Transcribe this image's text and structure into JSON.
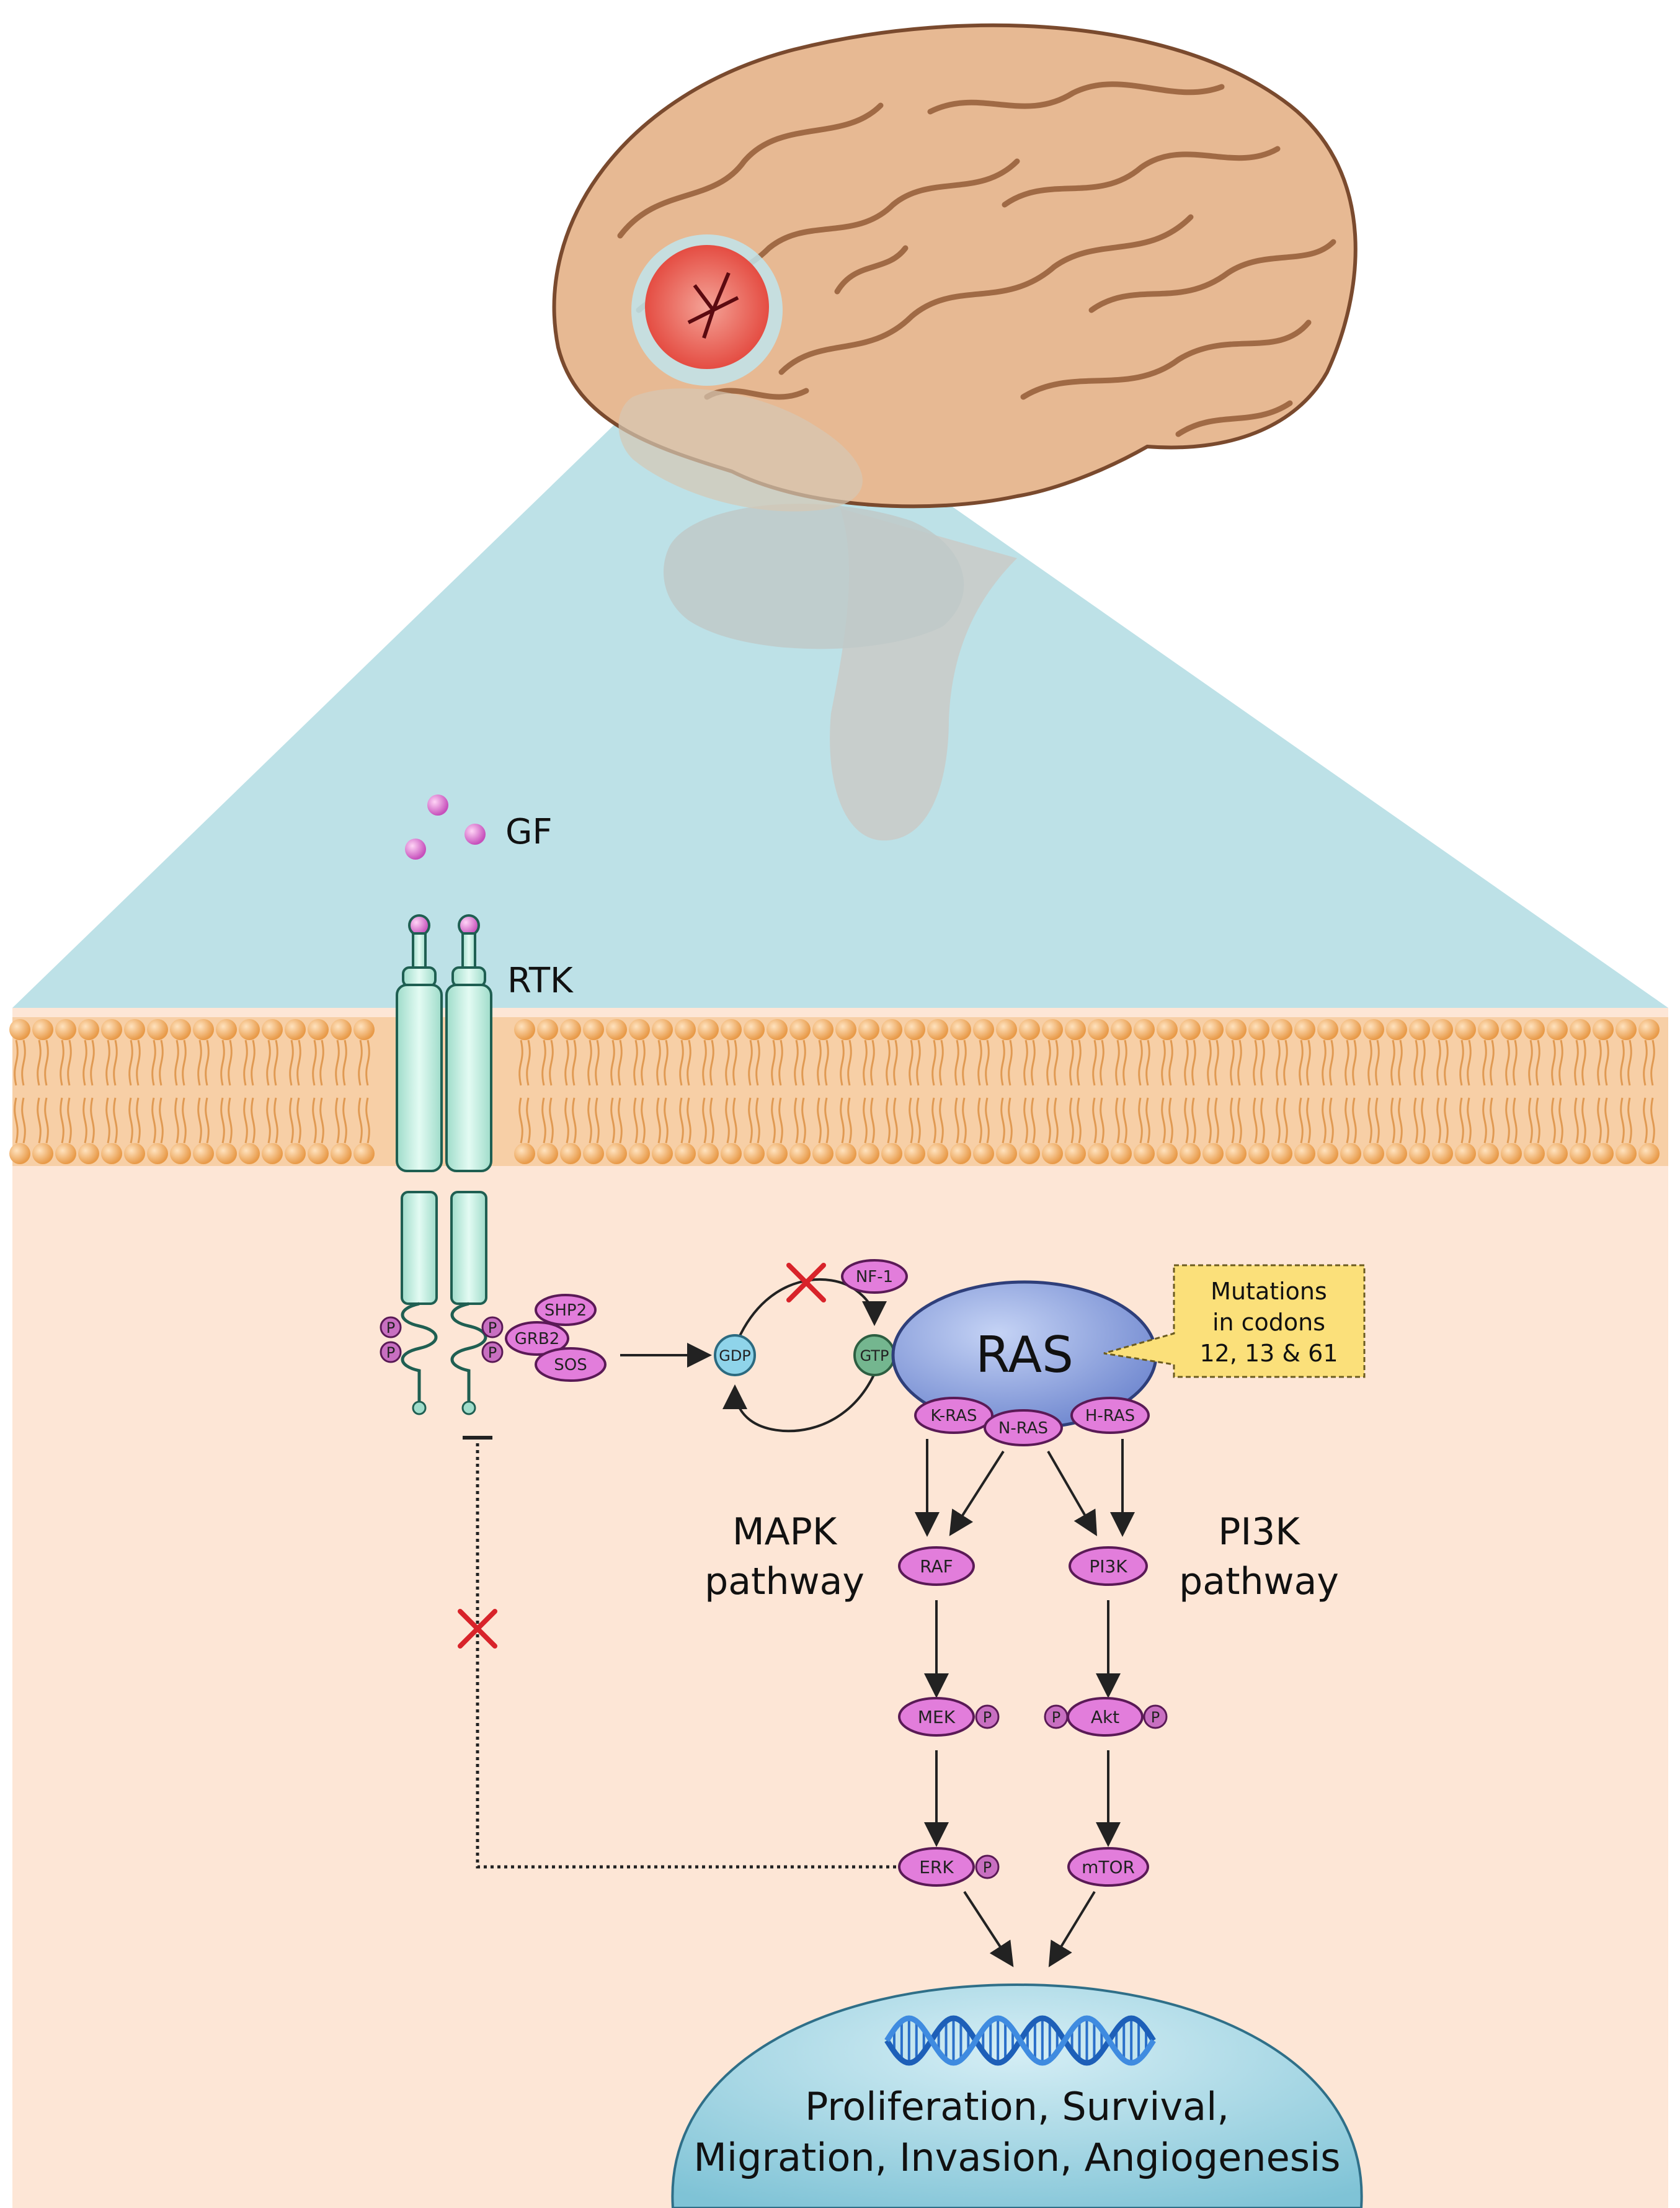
{
  "labels": {
    "gf": "GF",
    "rtk": "RTK",
    "ras": "RAS",
    "mapk_line1": "MAPK",
    "mapk_line2": "pathway",
    "pi3k_line1": "PI3K",
    "pi3k_line2": "pathway",
    "mutations_line1": "Mutations",
    "mutations_line2": "in codons",
    "mutations_line3": "12, 13 & 61",
    "outcome_line1": "Proliferation, Survival,",
    "outcome_line2": "Migration, Invasion, Angiogenesis"
  },
  "molecules": {
    "shp2": "SHP2",
    "grb2": "GRB2",
    "sos": "SOS",
    "nf1": "NF-1",
    "gdp": "GDP",
    "gtp": "GTP",
    "kras": "K-RAS",
    "nras": "N-RAS",
    "hras": "H-RAS",
    "raf": "RAF",
    "mek": "MEK",
    "erk": "ERK",
    "pi3k": "PI3K",
    "akt": "Akt",
    "mtor": "mTOR",
    "phospho": "P"
  },
  "colors": {
    "membrane": "#f4b46a",
    "cytoplasm": "#fde6d6",
    "zoom_cone": "#b9dfe6",
    "molecule": "#e27ddb",
    "ras": "#8fa6df",
    "callout": "#fbe07a",
    "inhibition_x": "#d8232a",
    "nucleus": "#9fd3e2",
    "receptor": "#bfeee0",
    "brain": "#e7b993",
    "tumor": "#ea5b4c"
  }
}
